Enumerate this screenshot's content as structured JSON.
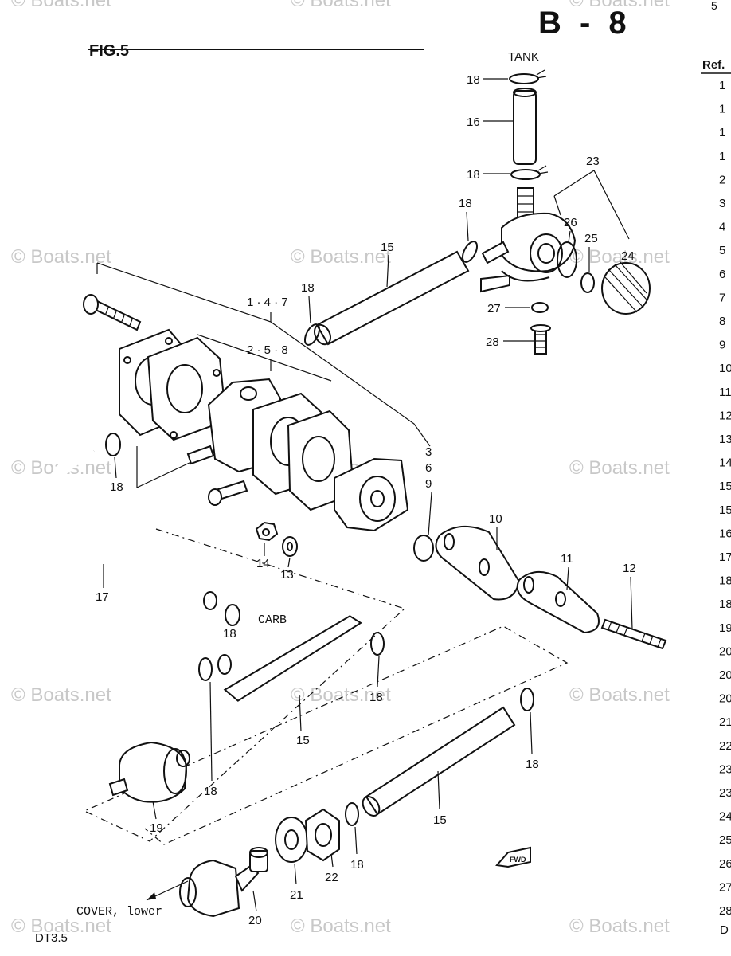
{
  "header": {
    "page_id": "B - 8",
    "figure": "FIG.5",
    "corner_mark": "5"
  },
  "footer": {
    "model": "DT3.5",
    "corner": "D"
  },
  "ref_column": {
    "header": "Ref.",
    "numbers": [
      "1",
      "1",
      "1",
      "1",
      "2",
      "3",
      "4",
      "5",
      "6",
      "7",
      "8",
      "9",
      "10",
      "11",
      "12",
      "13",
      "14",
      "15",
      "15",
      "16",
      "17",
      "18",
      "18",
      "19",
      "20",
      "20",
      "20",
      "21",
      "22",
      "23",
      "23",
      "24",
      "25",
      "26",
      "27",
      "28"
    ]
  },
  "labels": {
    "tank": "TANK",
    "carb": "CARB",
    "cover_lower": "COVER, lower",
    "group_147": "1 · 4 · 7",
    "group_258": "2 · 5 · 8",
    "n3": "3",
    "n6": "6",
    "n9": "9",
    "n10": "10",
    "n11": "11",
    "n12": "12",
    "n13": "13",
    "n14": "14",
    "n15": "15",
    "n16": "16",
    "n17": "17",
    "n18": "18",
    "n19": "19",
    "n20": "20",
    "n21": "21",
    "n22": "22",
    "n23": "23",
    "n24": "24",
    "n25": "25",
    "n26": "26",
    "n27": "27",
    "n28": "28",
    "fwd": "FWD"
  },
  "watermark": "© Boats.net",
  "colors": {
    "ink": "#111111",
    "watermark": "#c8c8c8",
    "paper": "#ffffff"
  }
}
